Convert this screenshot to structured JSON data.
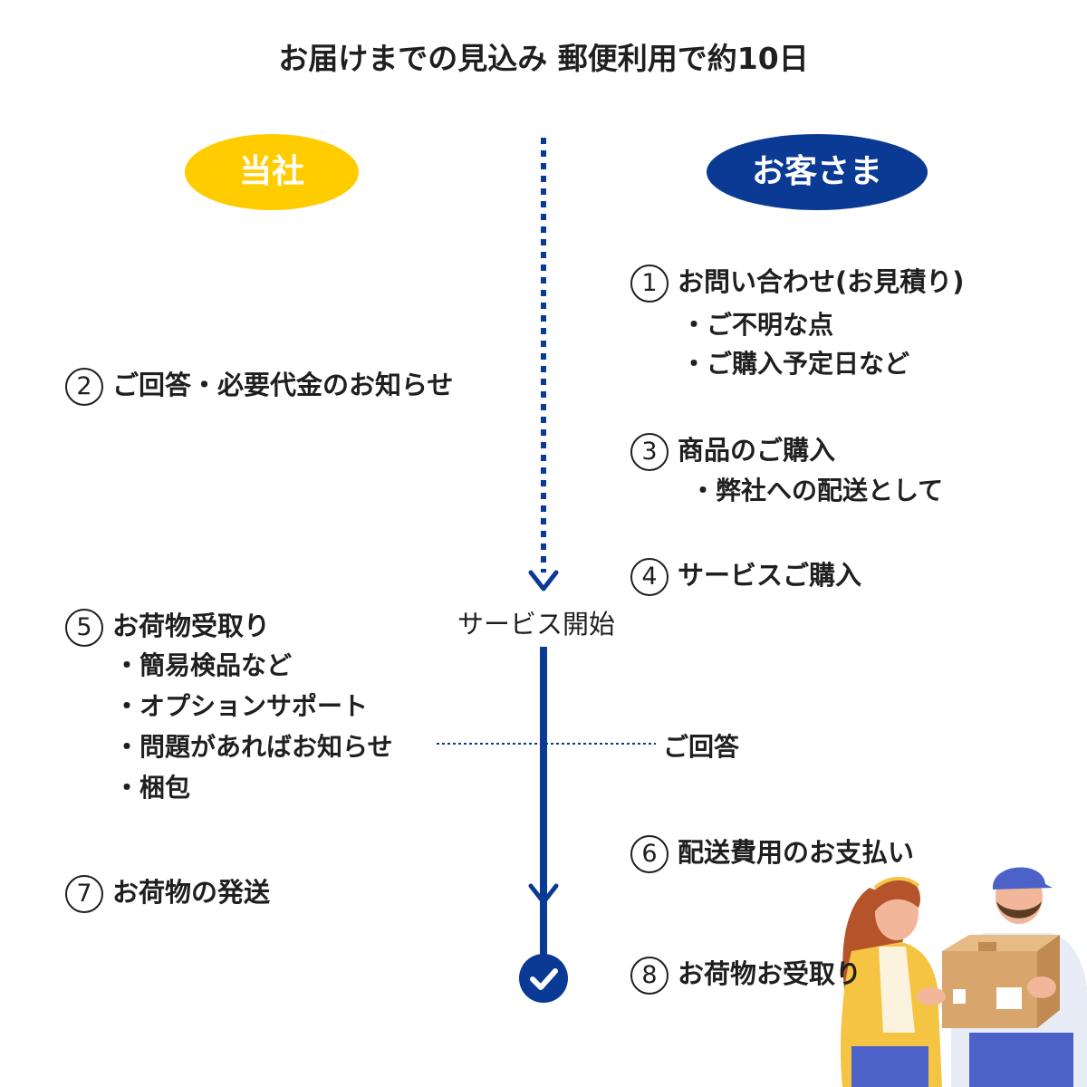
{
  "title": "お届けまでの見込み 郵便利用で約10日",
  "colors": {
    "company": "#ffcc00",
    "customer": "#0a3a94",
    "timeline": "#0a3a94"
  },
  "company_label": "当社",
  "customer_label": "お客さま",
  "timeline": {
    "start_label": "サービス開始",
    "reply_label": "ご回答",
    "end_icon": "check-icon"
  },
  "steps": {
    "s1": {
      "num": "1",
      "label": "お問い合わせ(お見積り)",
      "subs": [
        "・ご不明な点",
        "・ご購入予定日など"
      ]
    },
    "s2": {
      "num": "2",
      "label": "ご回答・必要代金のお知らせ"
    },
    "s3": {
      "num": "3",
      "label": "商品のご購入",
      "subs": [
        "・弊社への配送として"
      ]
    },
    "s4": {
      "num": "4",
      "label": "サービスご購入"
    },
    "s5": {
      "num": "5",
      "label": "お荷物受取り",
      "subs": [
        "・簡易検品など",
        "・オプションサポート",
        "・問題があればお知らせ",
        "・梱包"
      ]
    },
    "s6": {
      "num": "6",
      "label": "配送費用のお支払い"
    },
    "s7": {
      "num": "7",
      "label": "お荷物の発送"
    },
    "s8": {
      "num": "8",
      "label": "お荷物お受取り"
    }
  },
  "illustration": "delivery-person-handing-box-to-woman"
}
